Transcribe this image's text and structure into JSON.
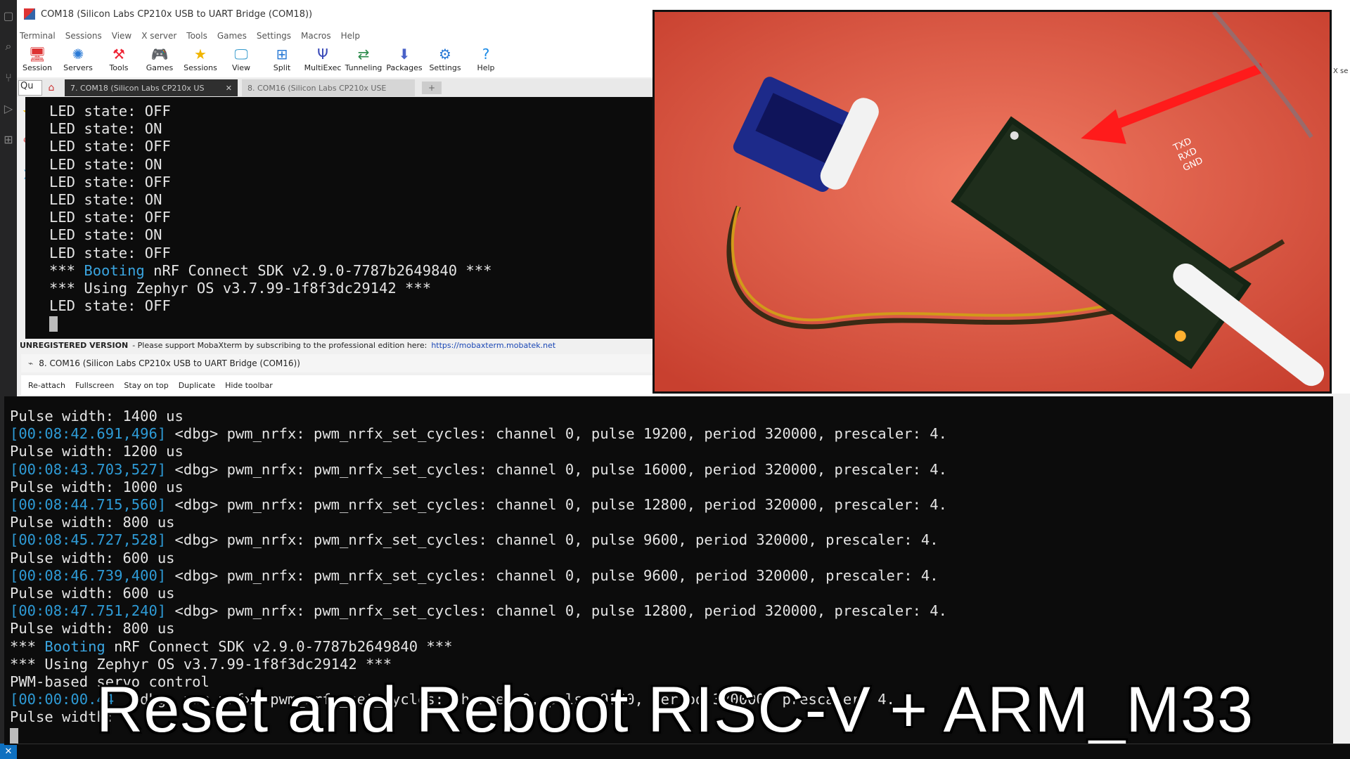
{
  "window": {
    "title": "COM18  (Silicon Labs CP210x USB to UART Bridge (COM18))"
  },
  "menu": [
    "Terminal",
    "Sessions",
    "View",
    "X server",
    "Tools",
    "Games",
    "Settings",
    "Macros",
    "Help"
  ],
  "toolbar": [
    {
      "label": "Session",
      "icon": "session-icon",
      "glyph": "🖥"
    },
    {
      "label": "Servers",
      "icon": "servers-icon",
      "glyph": "✺"
    },
    {
      "label": "Tools",
      "icon": "tools-icon",
      "glyph": "⚒"
    },
    {
      "label": "Games",
      "icon": "games-icon",
      "glyph": "🎮"
    },
    {
      "label": "Sessions",
      "icon": "star-icon",
      "glyph": "★"
    },
    {
      "label": "View",
      "icon": "view-icon",
      "glyph": "🖵"
    },
    {
      "label": "Split",
      "icon": "split-icon",
      "glyph": "⊞"
    },
    {
      "label": "MultiExec",
      "icon": "multiexec-icon",
      "glyph": "Ψ"
    },
    {
      "label": "Tunneling",
      "icon": "tunneling-icon",
      "glyph": "⇄"
    },
    {
      "label": "Packages",
      "icon": "packages-icon",
      "glyph": "⬇"
    },
    {
      "label": "Settings",
      "icon": "settings-icon",
      "glyph": "⚙"
    },
    {
      "label": "Help",
      "icon": "help-icon",
      "glyph": "?"
    }
  ],
  "quick_connect": "Qu",
  "tabs": [
    {
      "label": "7. COM18  (Silicon Labs CP210x US",
      "active": true
    },
    {
      "label": "8. COM16  (Silicon Labs CP210x USE",
      "active": false
    }
  ],
  "terminal1": {
    "lines": [
      {
        "text": "LED state: OFF"
      },
      {
        "text": "LED state: ON"
      },
      {
        "text": "LED state: OFF"
      },
      {
        "text": "LED state: ON"
      },
      {
        "text": "LED state: OFF"
      },
      {
        "text": "LED state: ON"
      },
      {
        "text": "LED state: OFF"
      },
      {
        "text": "LED state: ON"
      },
      {
        "text": "LED state: OFF"
      },
      {
        "pre": "*** ",
        "hl": "Booting",
        "post": " nRF Connect SDK v2.9.0-7787b2649840 ***"
      },
      {
        "text": "*** Using Zephyr OS v3.7.99-1f8f3dc29142 ***"
      },
      {
        "text": "LED state: OFF"
      }
    ]
  },
  "unregistered": {
    "bold": "UNREGISTERED VERSION",
    "text": "-  Please support MobaXterm by subscribing to the professional edition here:",
    "link": "https://mobaxterm.mobatek.net"
  },
  "pane2": {
    "title": "8. COM16  (Silicon Labs CP210x USB to UART Bridge (COM16))",
    "tools": [
      "Re-attach",
      "Fullscreen",
      "Stay on top",
      "Duplicate",
      "Hide toolbar"
    ]
  },
  "terminal2": {
    "lines": [
      {
        "text": "Pulse width: 1400 us"
      },
      {
        "ts": "[00:08:42.691,496]",
        "text": " <dbg> pwm_nrfx: pwm_nrfx_set_cycles: channel 0, pulse 19200, period 320000, prescaler: 4."
      },
      {
        "text": "Pulse width: 1200 us"
      },
      {
        "ts": "[00:08:43.703,527]",
        "text": " <dbg> pwm_nrfx: pwm_nrfx_set_cycles: channel 0, pulse 16000, period 320000, prescaler: 4."
      },
      {
        "text": "Pulse width: 1000 us"
      },
      {
        "ts": "[00:08:44.715,560]",
        "text": " <dbg> pwm_nrfx: pwm_nrfx_set_cycles: channel 0, pulse 12800, period 320000, prescaler: 4."
      },
      {
        "text": "Pulse width: 800 us"
      },
      {
        "ts": "[00:08:45.727,528]",
        "text": " <dbg> pwm_nrfx: pwm_nrfx_set_cycles: channel 0, pulse 9600, period 320000, prescaler: 4."
      },
      {
        "text": "Pulse width: 600 us"
      },
      {
        "ts": "[00:08:46.739,400]",
        "text": " <dbg> pwm_nrfx: pwm_nrfx_set_cycles: channel 0, pulse 9600, period 320000, prescaler: 4."
      },
      {
        "text": "Pulse width: 600 us"
      },
      {
        "ts": "[00:08:47.751,240]",
        "text": " <dbg> pwm_nrfx: pwm_nrfx_set_cycles: channel 0, pulse 12800, period 320000, prescaler: 4."
      },
      {
        "text": "Pulse width: 800 us"
      },
      {
        "pre": "*** ",
        "hl": "Booting",
        "post": " nRF Connect SDK v2.9.0-7787b2649840 ***"
      },
      {
        "text": "*** Using Zephyr OS v3.7.99-1f8f3dc29142 ***"
      },
      {
        "text": "PWM-based servo control"
      },
      {
        "ts": "[00:00:00.44",
        "text": "  <dbg> pwm_nrfx: pwm_nrfx_set_cycles: channel 0, pulse 9600, period 320000, prescaler: 4."
      },
      {
        "text": "Pulse width: 6"
      }
    ]
  },
  "photo_labels": [
    "TXD",
    "RXD",
    "GND"
  ],
  "right_strip_label": "X se",
  "subtitle": "Reset and Reboot RISC-V + ARM_M33",
  "colors": {
    "timestamp": "#2e9bd6",
    "terminal_bg": "#0c0c0c",
    "terminal_fg": "#e4e4e4"
  }
}
